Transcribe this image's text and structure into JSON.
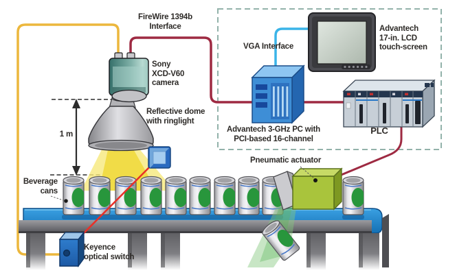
{
  "diagram": {
    "description": "Machine-vision beverage-can inspection system diagram",
    "labels": {
      "firewire": "FireWire 1394b\nInterface",
      "camera": "Sony\nXCD-V60\ncamera",
      "dome": "Reflective dome\nwith ringlight",
      "distance": "1 m",
      "vga": "VGA Interface",
      "monitor": "Advantech\n17-in. LCD\ntouch-screen",
      "pc": "Advantech 3-GHz PC with\nPCI-based 16-channel",
      "plc": "PLC",
      "actuator": "Pneumatic actuator",
      "cans": "Beverage\ncans",
      "optical_switch": "Keyence\noptical switch"
    },
    "colors": {
      "firewire_cable": "#9e2a42",
      "optical_switch_cable": "#ecb73d",
      "vga_cable": "#3ab4e8",
      "laser_beam": "#e83028",
      "ringlight_beam": "#f2dc42",
      "enclosure_dash": "#92b2aa",
      "pc_blue": "#3e8ed6",
      "actuator_green": "#a9c43c",
      "can_label_green": "#28963c",
      "belt_blue": "#1e8ed8",
      "camera_teal": "#5c948c"
    }
  }
}
